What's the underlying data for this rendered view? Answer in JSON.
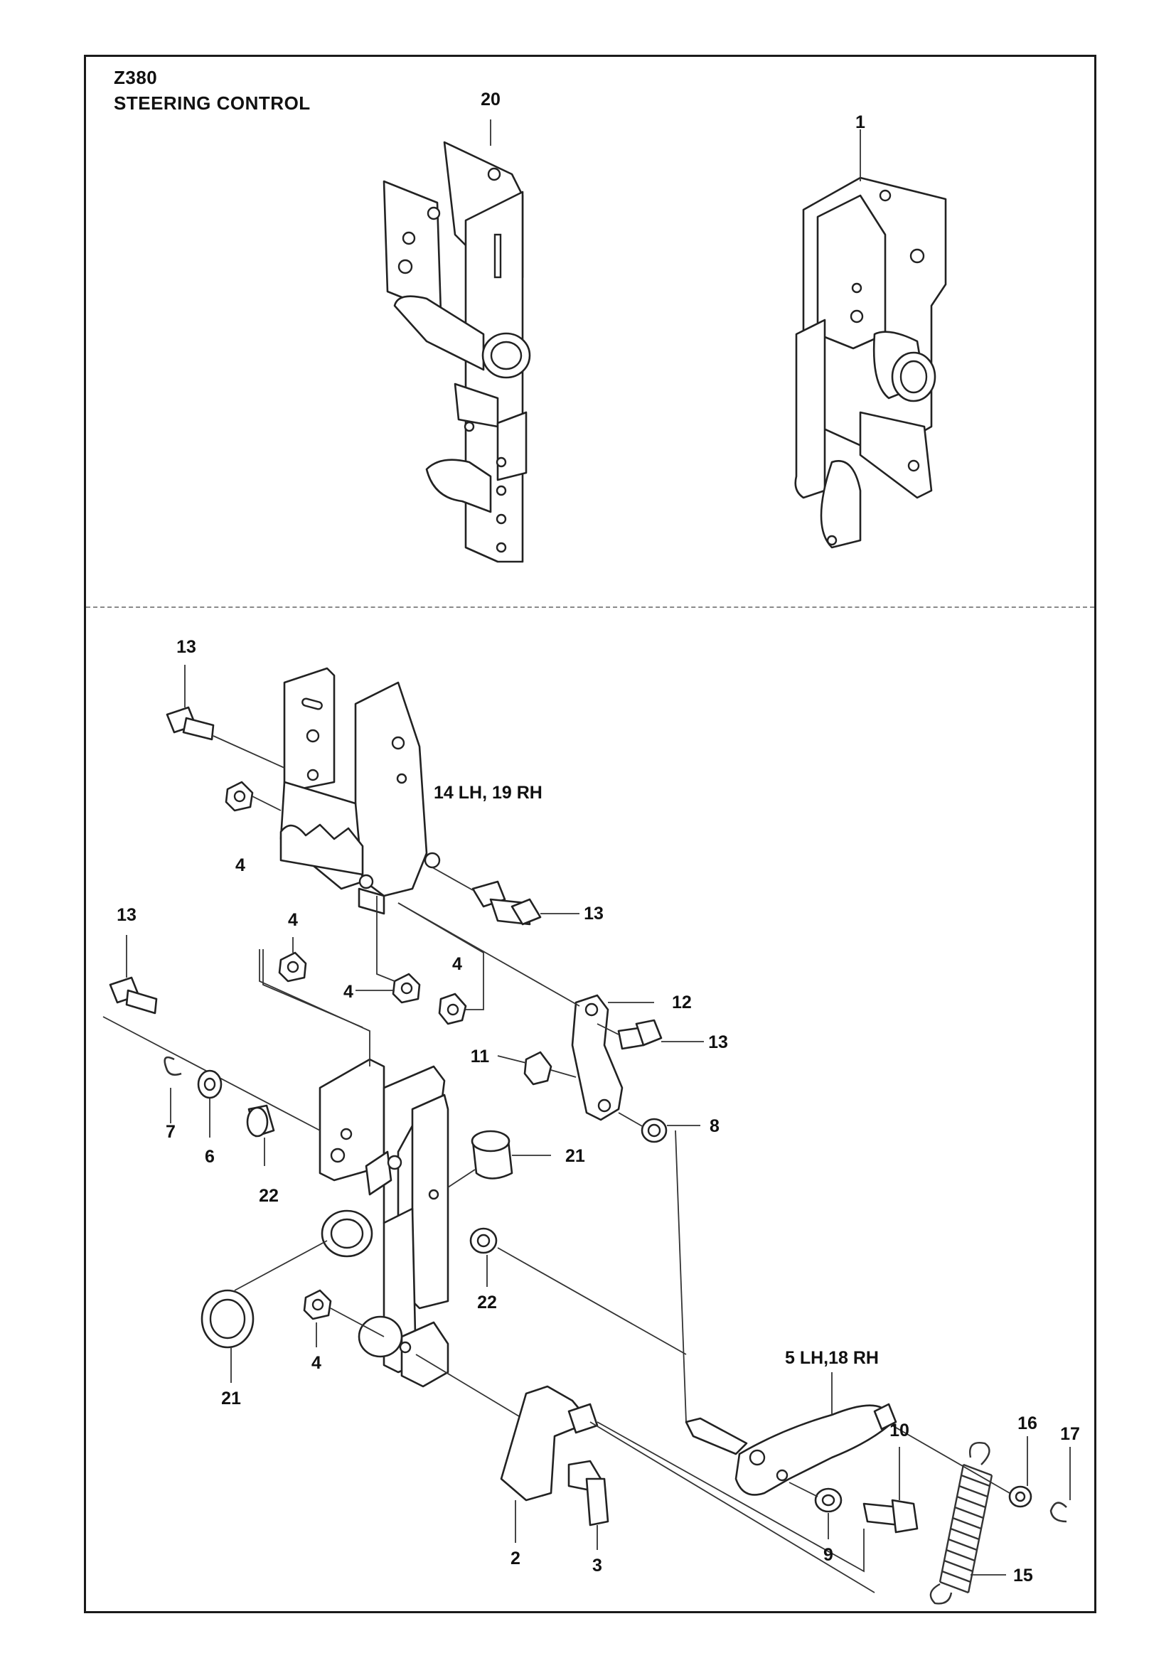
{
  "header": {
    "model": "Z380",
    "section": "STEERING CONTROL"
  },
  "colors": {
    "line": "#222222",
    "frame": "#1a1a1a",
    "divider": "#8a8a8a"
  },
  "callouts": {
    "c20": "20",
    "c1": "1",
    "c13a": "13",
    "c14": "14 LH, 19 RH",
    "c4a": "4",
    "c13b": "13",
    "c13c": "13",
    "c4b": "4",
    "c4c": "4",
    "c4d": "4",
    "c12": "12",
    "c11": "11",
    "c13d": "13",
    "c8": "8",
    "c7": "7",
    "c6": "6",
    "c22a": "22",
    "c21a": "21",
    "c22b": "22",
    "c5": "5 LH,18 RH",
    "c4e": "4",
    "c21b": "21",
    "c16": "16",
    "c17": "17",
    "c10": "10",
    "c2": "2",
    "c9": "9",
    "c3": "3",
    "c15": "15"
  }
}
